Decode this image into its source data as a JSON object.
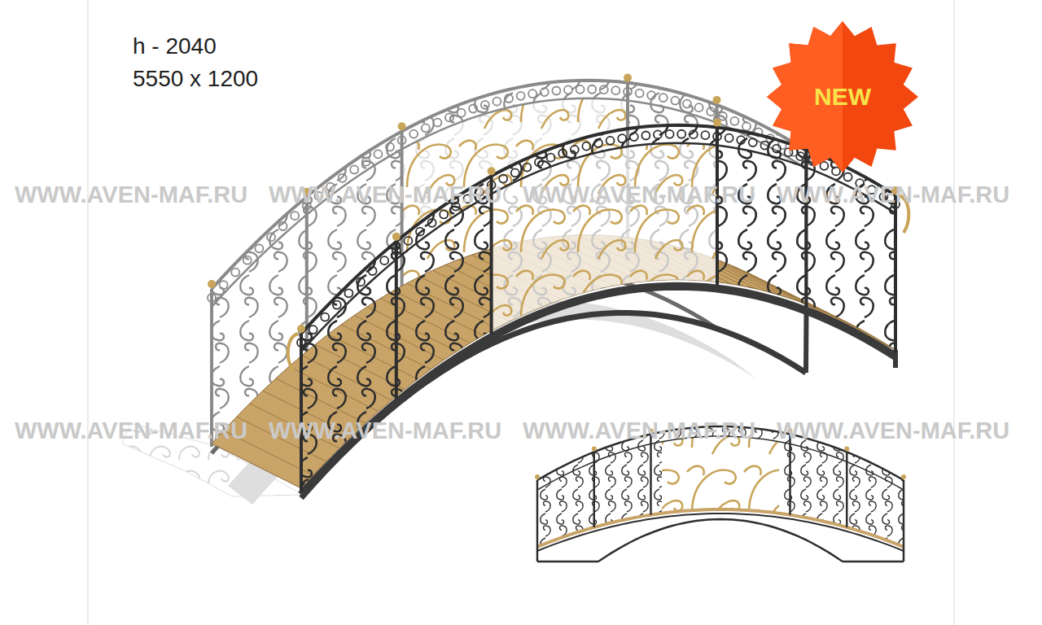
{
  "diagram": {
    "nodes": [
      {
        "text": [
          "NEW"
        ]
      }
    ],
    "labels": [
      "h - 2040",
      "5550 x 1200",
      "WWW.AVEN-MAF.RU",
      "WWW.AVEN-MAF.RU",
      "WWW.AVEN-MAF.RU",
      "WWW.AVEN-MAF.RU",
      "WWW.AVEN-MAF.RU",
      "WWW.AVEN-MAF.RU",
      "WWW.AVEN-MAF.RU",
      "WWW.AVEN-MAF.RU"
    ]
  }
}
